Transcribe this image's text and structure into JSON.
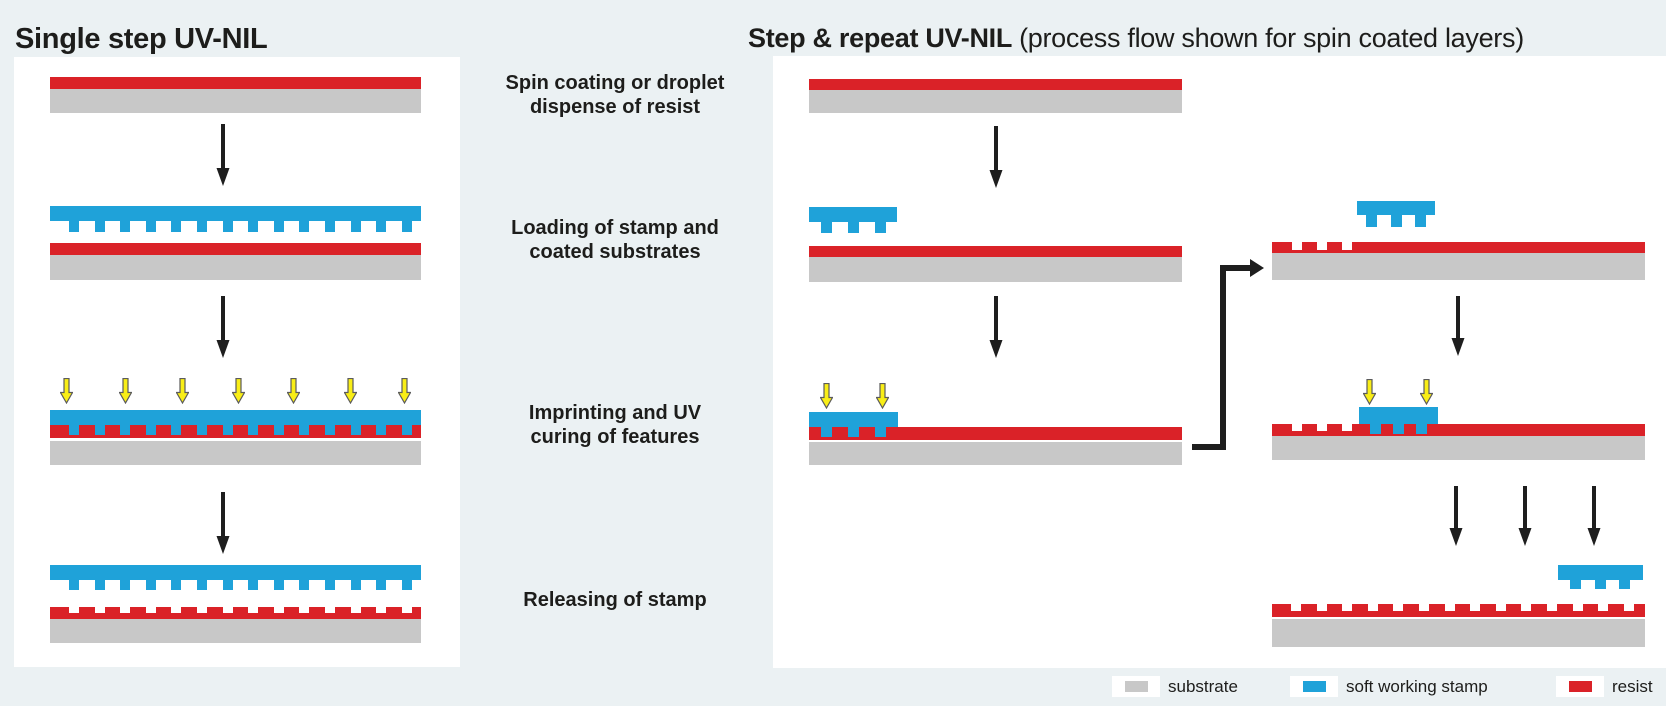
{
  "titles": {
    "left": "Single step UV-NIL",
    "right_bold": "Step & repeat UV-NIL",
    "right_note": "(process flow shown for spin coated layers)"
  },
  "step_labels": [
    {
      "line1": "Spin coating or droplet",
      "line2": "dispense of resist"
    },
    {
      "line1": "Loading of stamp and",
      "line2": "coated substrates"
    },
    {
      "line1": "Imprinting and UV",
      "line2": "curing of features"
    },
    {
      "line1": "Releasing of stamp",
      "line2": ""
    }
  ],
  "legend": {
    "items": [
      {
        "label": "substrate",
        "color": "#c8c8c8"
      },
      {
        "label": "soft working stamp",
        "color": "#1fa2d9"
      },
      {
        "label": "resist",
        "color": "#da2228"
      }
    ]
  },
  "colors": {
    "background": "#ebf1f3",
    "panel": "#ffffff",
    "substrate": "#c8c8c8",
    "stamp": "#1fa2d9",
    "resist": "#da2228",
    "arrow": "#1e1e1e",
    "uv_fill": "#f9ee16",
    "uv_outline": "#5b5b5b",
    "text": "#1d1d1b"
  }
}
